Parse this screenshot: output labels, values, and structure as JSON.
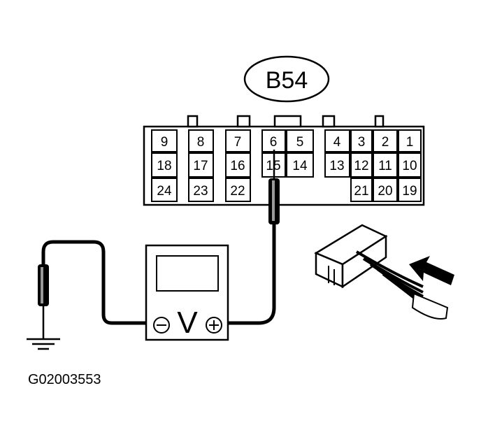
{
  "connector": {
    "name": "B54",
    "row1": [
      "9",
      "8",
      "7",
      "6",
      "5",
      "4",
      "3",
      "2",
      "1"
    ],
    "row2": [
      "18",
      "17",
      "16",
      "15",
      "14",
      "13",
      "12",
      "11",
      "10"
    ],
    "row3": [
      "24",
      "23",
      "22",
      "21",
      "20",
      "19"
    ]
  },
  "meter": {
    "symbol": "V",
    "negative": "⊖",
    "positive": "⊕"
  },
  "figure_code": "G02003553"
}
